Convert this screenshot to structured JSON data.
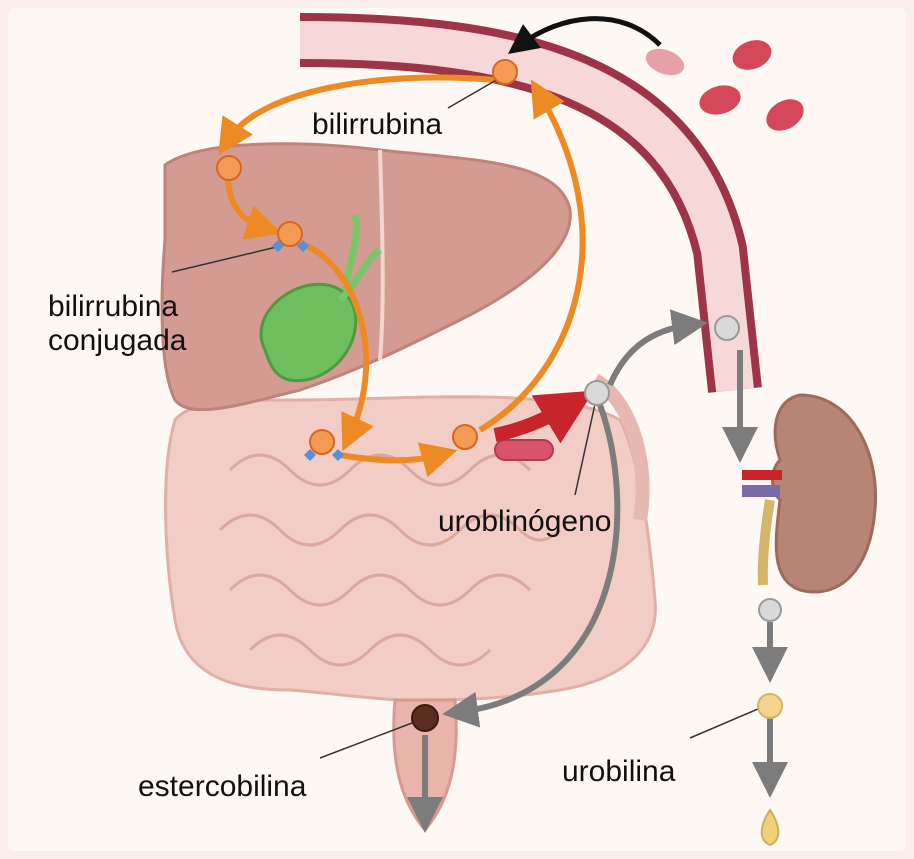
{
  "labels": {
    "bilirrubina": "bilirrubina",
    "bilirrubina_conjugada_line1": "bilirrubina",
    "bilirrubina_conjugada_line2": "conjugada",
    "uroblinogeno": "uroblinógeno",
    "estercobilina": "estercobilina",
    "urobilina": "urobilina"
  },
  "colors": {
    "orange_arrow": "#ee8a23",
    "gray_arrow": "#7c7c7c",
    "red_arrow": "#c8242b",
    "blood_vessel": "#9e3448",
    "vessel_lumen": "#f6d8d8",
    "liver": "#d49b92",
    "gallbladder": "#6fbe5e",
    "intestine": "#f1cdc5",
    "kidney": "#b88474",
    "red_blood_cell": "#d4485a",
    "stercobilin_molecule": "#5a2d20",
    "urobilin_molecule": "#f3d68c"
  },
  "icons": [
    "red-blood-cell-icon",
    "liver-icon",
    "gallbladder-icon",
    "intestine-icon",
    "kidney-icon",
    "bacteria-icon",
    "urine-drop-icon"
  ]
}
